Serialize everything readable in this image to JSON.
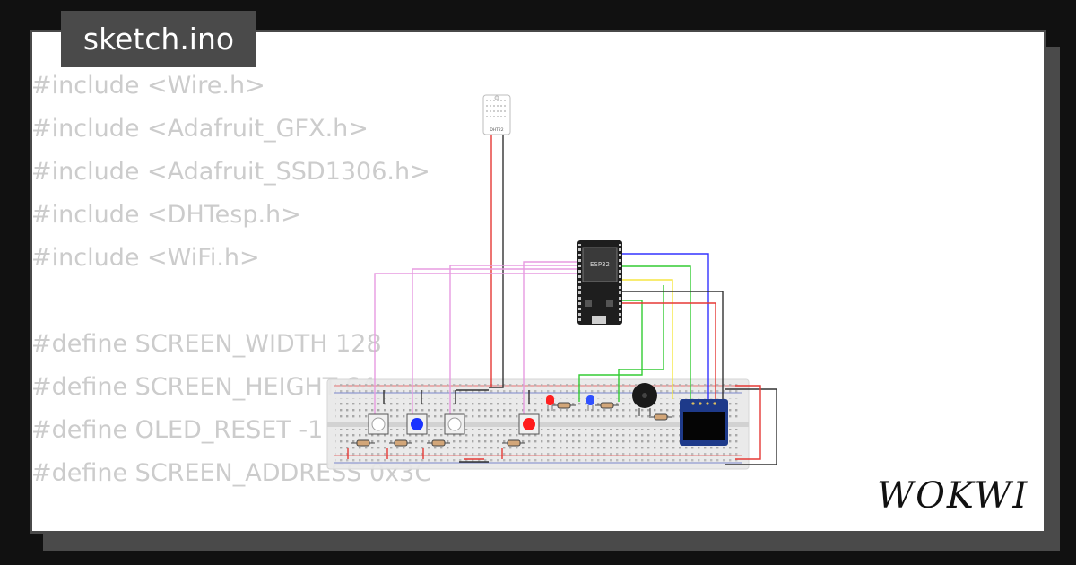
{
  "window": {
    "title": "sketch.ino"
  },
  "editor": {
    "code_lines": [
      "#include <Wire.h>",
      "#include <Adafruit_GFX.h>",
      "#include <Adafruit_SSD1306.h>",
      "#include <DHTesp.h>",
      "#include <WiFi.h>",
      "",
      "#define SCREEN_WIDTH 128",
      "#define SCREEN_HEIGHT 64",
      "#define OLED_RESET -1",
      "#define SCREEN_ADDRESS 0x3C"
    ]
  },
  "diagram": {
    "sensor_label": "DHT22",
    "mcu_label": "ESP32",
    "wire_colors": {
      "red": "#e53935",
      "black": "#333333",
      "pink": "#e79be0",
      "green": "#33cc33",
      "blue": "#3333ff",
      "yellow": "#f5e642"
    },
    "button_colors": [
      "#ffffff",
      "#1a33ff",
      "#ffffff",
      "#ff1a1a"
    ],
    "led_colors": [
      "#ff2020",
      "#3050ff"
    ]
  },
  "brand": {
    "name": "WOKWI"
  }
}
